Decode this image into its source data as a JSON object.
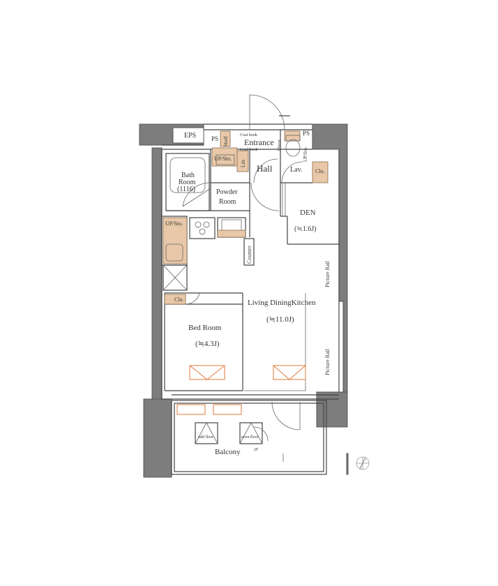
{
  "floorplan": {
    "rooms": {
      "eps": "EPS",
      "ps_left": "PS",
      "ps_right": "PS",
      "shelf": "Shelf",
      "coat_hook": "Coat hook",
      "lead_hook": "Lead hook",
      "entrance": "Entrance",
      "mirror": "Mirror",
      "up_sto_top": "UP/Sto.",
      "lin": "Lin",
      "hall": "Hall",
      "lav": "Lav.",
      "up_sto_lav": "UP/Sto.",
      "clo_den": "Clo.",
      "bath_room": "Bath",
      "bath_room_2": "Room",
      "bath_size": "(1116)",
      "powder_room": "Powder",
      "powder_room_2": "Room",
      "den": "DEN",
      "den_size": "(≒1.6J)",
      "up_sto_kitchen": "UP/Sto.",
      "counter": "Counter",
      "picture_rail_top": "Picture Rail",
      "picture_rail_bottom": "Picture Rail",
      "clo_bed": "Clo.",
      "ldk": "Living DiningKitchen",
      "ldk_size": "(≒11.0J)",
      "bed_room": "Bed Room",
      "bed_size": "(≒4.3J)",
      "odd_floor": "odd floor",
      "even_floor": "even floor",
      "even_floor_2": "2F",
      "balcony": "Balcony"
    },
    "colors": {
      "wall": "#3a3a3a",
      "hatch": "#7d7d7d",
      "storage": "#e8c8a8",
      "aircon_marker": "#e07a3a"
    },
    "icons": [
      "compass-icon"
    ]
  }
}
